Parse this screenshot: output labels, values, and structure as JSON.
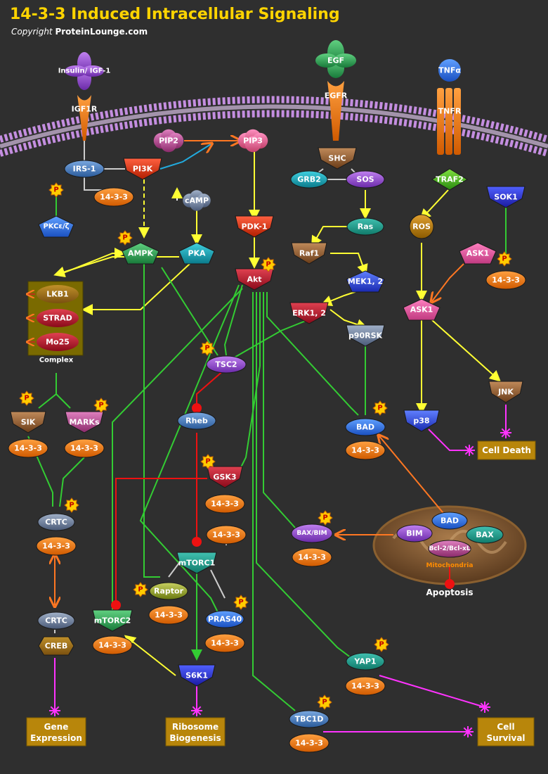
{
  "title": "14-3-3 Induced Intracellular Signaling",
  "copyright_prefix": "Copyright",
  "copyright_site": "ProteinLounge.com",
  "receptors": {
    "insulin_ligand": "Insulin/ IGF-1",
    "igf1r": "IGF1R",
    "egf": "EGF",
    "egfr": "EGFR",
    "tnfa": "TNFα",
    "tnfr": "TNFR"
  },
  "nodes": {
    "irs1": "IRS-1",
    "pi3k": "PI3K",
    "pip2": "PIP2",
    "pip3": "PIP3",
    "shc": "SHC",
    "grb2": "GRB2",
    "sos": "SOS",
    "ras": "Ras",
    "traf2": "TRAF2",
    "sok1": "SOK1",
    "ros": "ROS",
    "camp": "cAMP",
    "pkc": "PKCε/ζ",
    "ampk": "AMPK",
    "pka": "PKA",
    "pdk1": "PDK-1",
    "raf1": "Raf1",
    "mek12": "MEK1, 2",
    "akt": "Akt",
    "ask1_top": "ASK1",
    "ask1": "ASK1",
    "lkb1": "LKB1",
    "strad": "STRAD",
    "mo25": "Mo25",
    "complex": "Complex",
    "erk12": "ERK1, 2",
    "p90rsk": "p90RSK",
    "tsc2": "TSC2",
    "sik": "SIK",
    "marks": "MARKs",
    "rheb": "Rheb",
    "bad": "BAD",
    "p38": "p38",
    "jnk": "JNK",
    "gsk3": "GSK3",
    "crtc1": "CRTC",
    "bax_bim": "BAX/BIM",
    "bim": "BIM",
    "bad_mito": "BAD",
    "bax": "BAX",
    "bcl2": "Bcl-2/Bcl-xL",
    "mitochondria": "Mitochondria",
    "apoptosis": "Apoptosis",
    "mtorc1": "mTORC1",
    "raptor": "Raptor",
    "pras40": "PRAS40",
    "crtc2": "CRTC",
    "creb": "CREB",
    "mtorc2": "mTORC2",
    "s6k1": "S6K1",
    "yap1": "YAP1",
    "tbc1d": "TBC1D"
  },
  "protein_1433": "14-3-3",
  "phospho": "P",
  "outcomes": {
    "cell_death": "Cell Death",
    "gene_expression_1": "Gene",
    "gene_expression_2": "Expression",
    "ribosome_1": "Ribosome",
    "ribosome_2": "Biogenesis",
    "cell_survival_1": "Cell",
    "cell_survival_2": "Survival"
  },
  "colors": {
    "background": "#2f2f2f",
    "title": "#ffd400",
    "activation": "#ffff33",
    "binding": "#33cc33",
    "inhibition": "#ee1111",
    "translocation": "#ff7722",
    "outcome_link": "#ff33ff",
    "outcome_box": "#b8860b",
    "membrane": "#d9a6f2"
  }
}
